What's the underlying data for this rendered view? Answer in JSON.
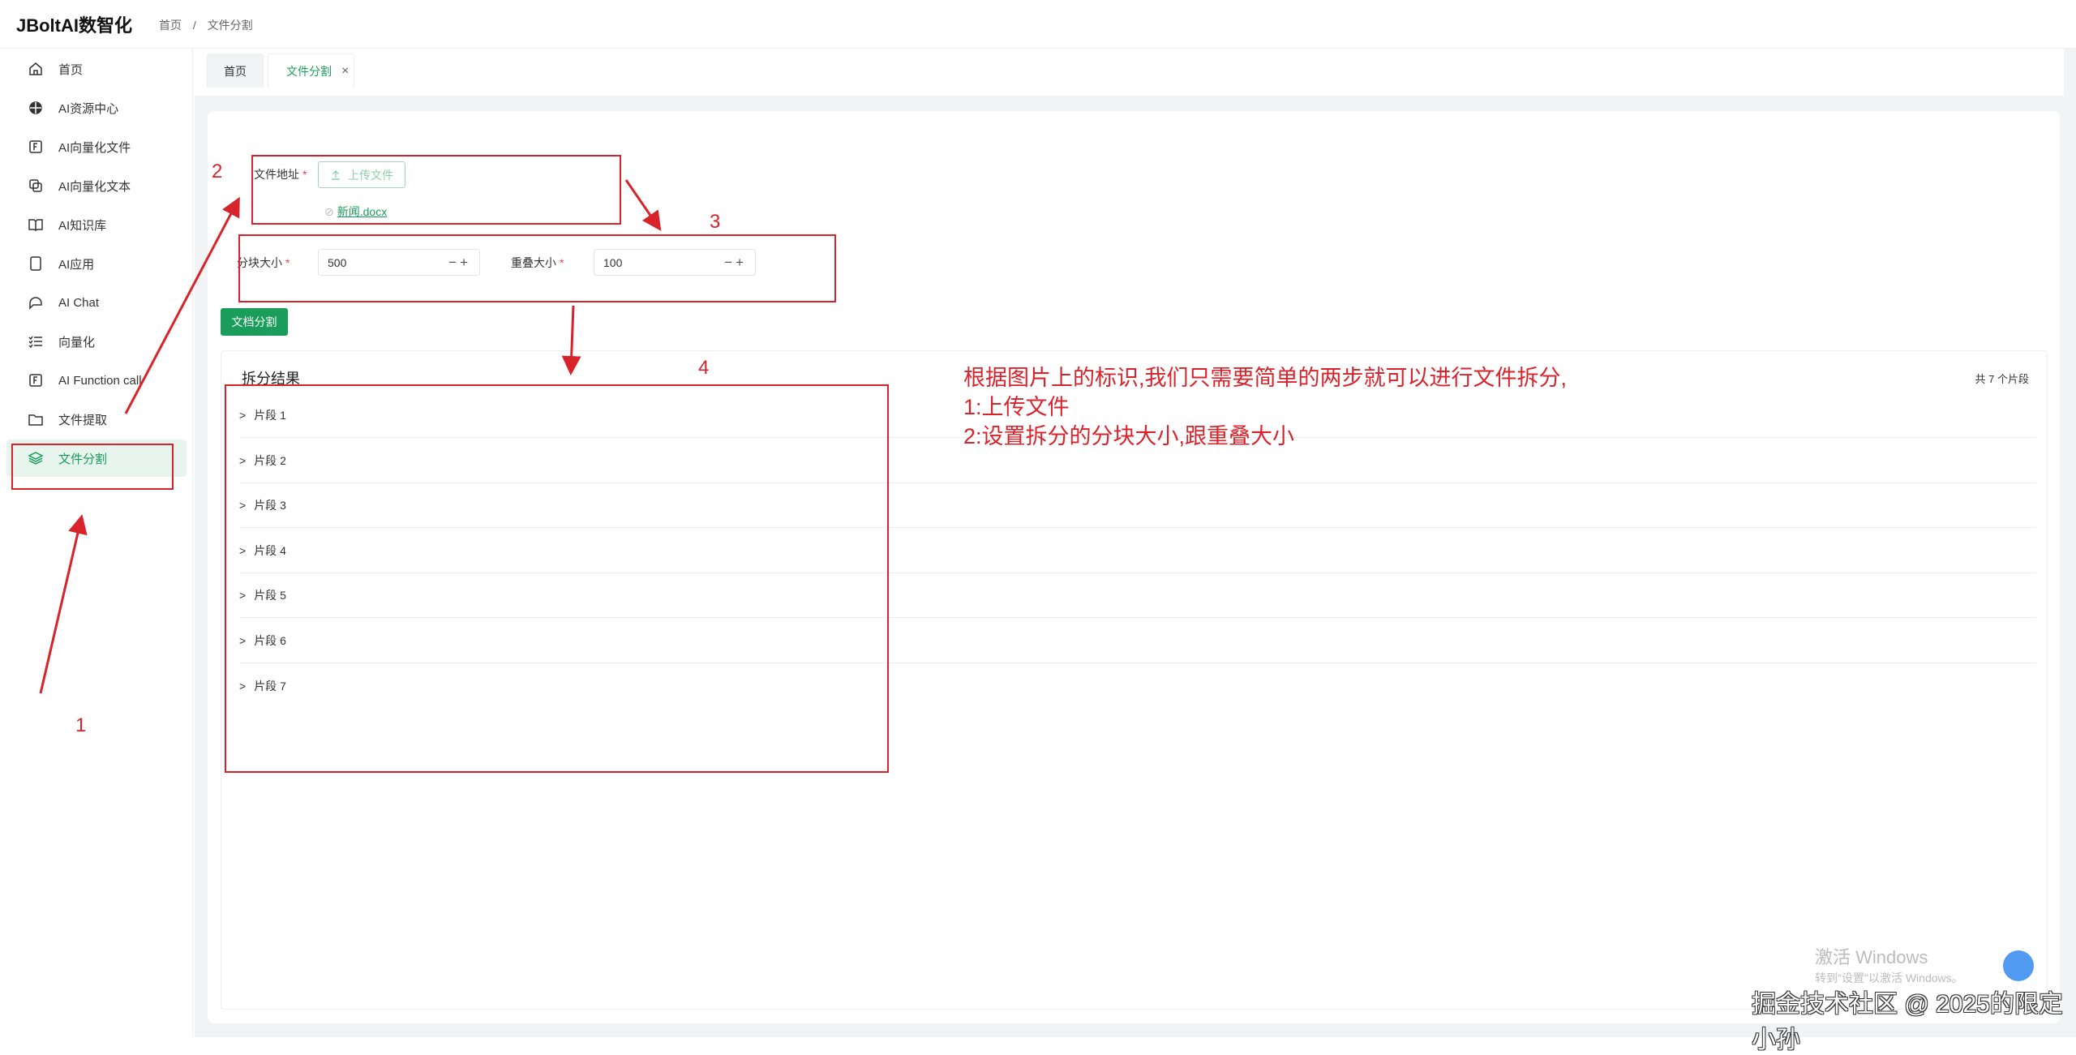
{
  "header": {
    "logo": "JBoltAI数智化",
    "breadcrumb": [
      "首页",
      "/",
      "文件分割"
    ]
  },
  "sidebar": {
    "items": [
      {
        "label": "首页",
        "icon": "home-icon"
      },
      {
        "label": "AI资源中心",
        "icon": "globe-icon"
      },
      {
        "label": "AI向量化文件",
        "icon": "file-f-icon"
      },
      {
        "label": "AI向量化文本",
        "icon": "text-icon"
      },
      {
        "label": "AI知识库",
        "icon": "book-icon"
      },
      {
        "label": "AI应用",
        "icon": "app-icon"
      },
      {
        "label": "AI Chat",
        "icon": "chat-icon"
      },
      {
        "label": "向量化",
        "icon": "list-icon"
      },
      {
        "label": "AI Function call",
        "icon": "function-icon"
      },
      {
        "label": "文件提取",
        "icon": "folder-icon"
      },
      {
        "label": "文件分割",
        "icon": "layers-icon",
        "active": true
      }
    ]
  },
  "tabs": [
    {
      "label": "首页"
    },
    {
      "label": "文件分割",
      "close": "×"
    }
  ],
  "form": {
    "file_label": "文件地址",
    "required": "*",
    "upload_label": "上传文件",
    "file_name": "新闻.docx",
    "chunk_label": "分块大小",
    "chunk_value": "500",
    "overlap_label": "重叠大小",
    "overlap_value": "100",
    "stepper": "−+",
    "submit_label": "文档分割"
  },
  "results": {
    "title": "拆分结果",
    "count": "共 7 个片段",
    "segments": [
      "片段 1",
      "片段 2",
      "片段 3",
      "片段 4",
      "片段 5",
      "片段 6",
      "片段 7"
    ]
  },
  "annotations": {
    "labels": [
      "1",
      "2",
      "3",
      "4"
    ],
    "note": [
      "根据图片上的标识,我们只需要简单的两步就可以进行文件拆分,",
      "1:上传文件",
      "2:设置拆分的分块大小,跟重叠大小"
    ],
    "color": "#d9232b"
  },
  "watermark": {
    "activate_title": "激活 Windows",
    "activate_sub": "转到\"设置\"以激活 Windows。",
    "credit": "掘金技术社区 @ 2025的限定小孙"
  },
  "colors": {
    "accent": "#1a9d5a",
    "active_bg": "#e8f5ee"
  }
}
